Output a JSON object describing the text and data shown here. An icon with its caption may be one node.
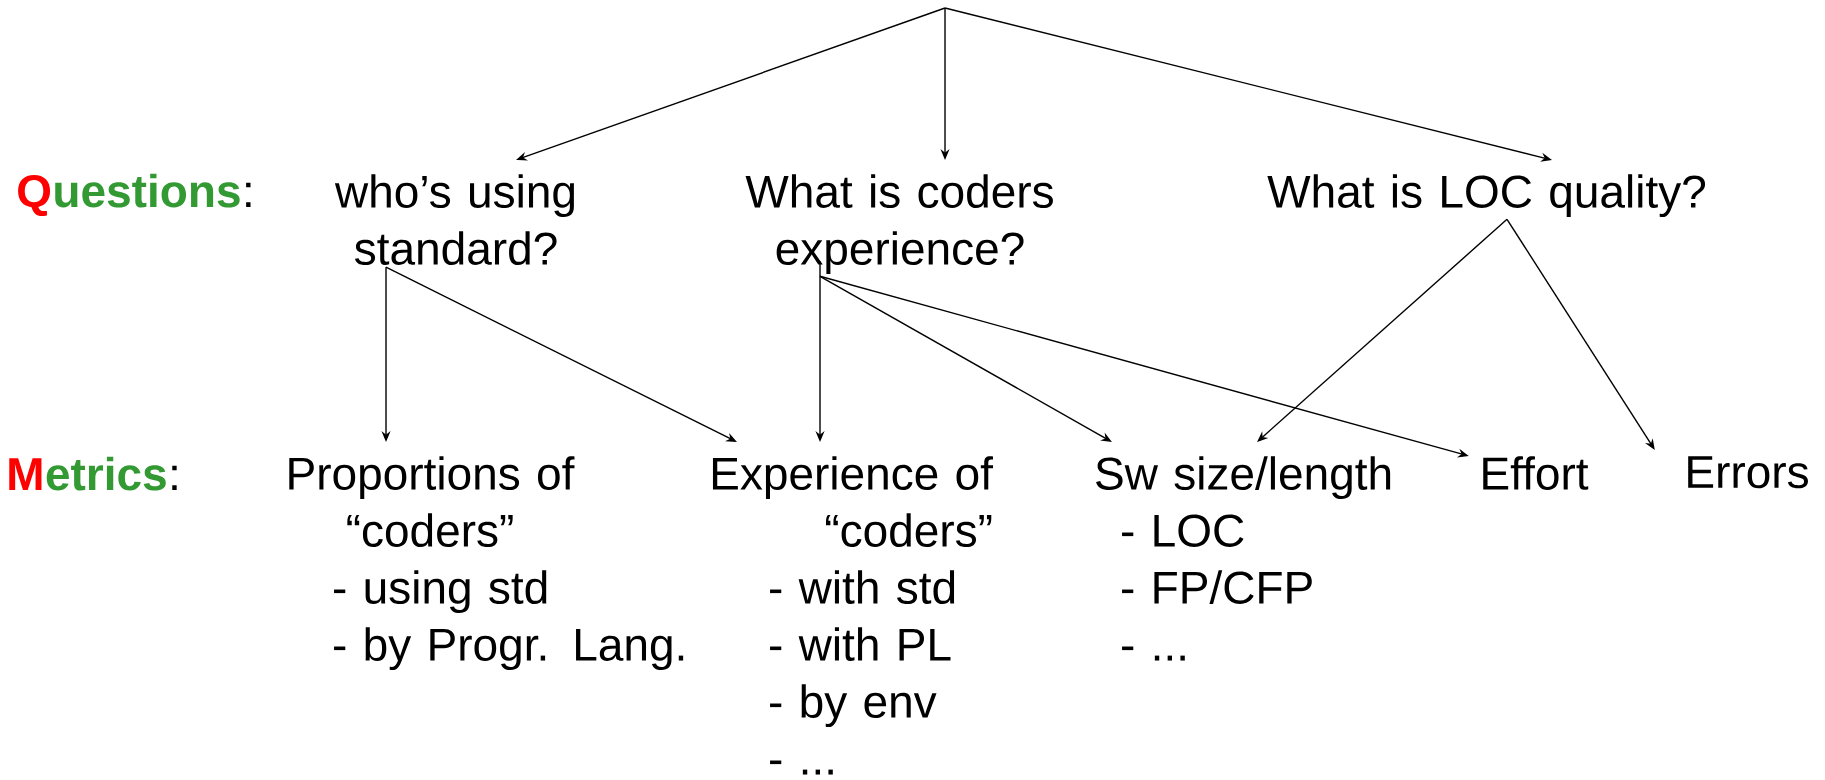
{
  "diagram": {
    "nodes": [
      {
        "text": [
          "who’s using standard?"
        ]
      },
      {
        "text": [
          "What is coders experience?"
        ]
      },
      {
        "text": [
          "What is LOC quality?"
        ]
      },
      {
        "text": [
          "Proportions of “coders”",
          "- using std",
          "- by Progr. Lang."
        ]
      },
      {
        "text": [
          "Experience of “coders”",
          "- with std",
          "- with PL",
          "- by env",
          "- ..."
        ]
      },
      {
        "text": [
          "Sw size/length",
          "- LOC",
          "- FP/CFP",
          "- ..."
        ]
      },
      {
        "text": [
          "Effort"
        ]
      },
      {
        "text": [
          "Errors"
        ]
      }
    ],
    "edges": [
      {
        "from": null,
        "to": 0,
        "arrow": "to"
      },
      {
        "from": null,
        "to": 1,
        "arrow": "to"
      },
      {
        "from": null,
        "to": 2,
        "arrow": "to"
      },
      {
        "from": 0,
        "to": 3,
        "arrow": "to"
      },
      {
        "from": 0,
        "to": 4,
        "arrow": "to"
      },
      {
        "from": 1,
        "to": 4,
        "arrow": "to"
      },
      {
        "from": 1,
        "to": 5,
        "arrow": "to"
      },
      {
        "from": 1,
        "to": 6,
        "arrow": "to"
      },
      {
        "from": 2,
        "to": 5,
        "arrow": "to"
      },
      {
        "from": 2,
        "to": 7,
        "arrow": "to"
      }
    ],
    "labels": [
      "Q",
      "uestions",
      ":",
      "M",
      "etrics",
      ":"
    ]
  }
}
